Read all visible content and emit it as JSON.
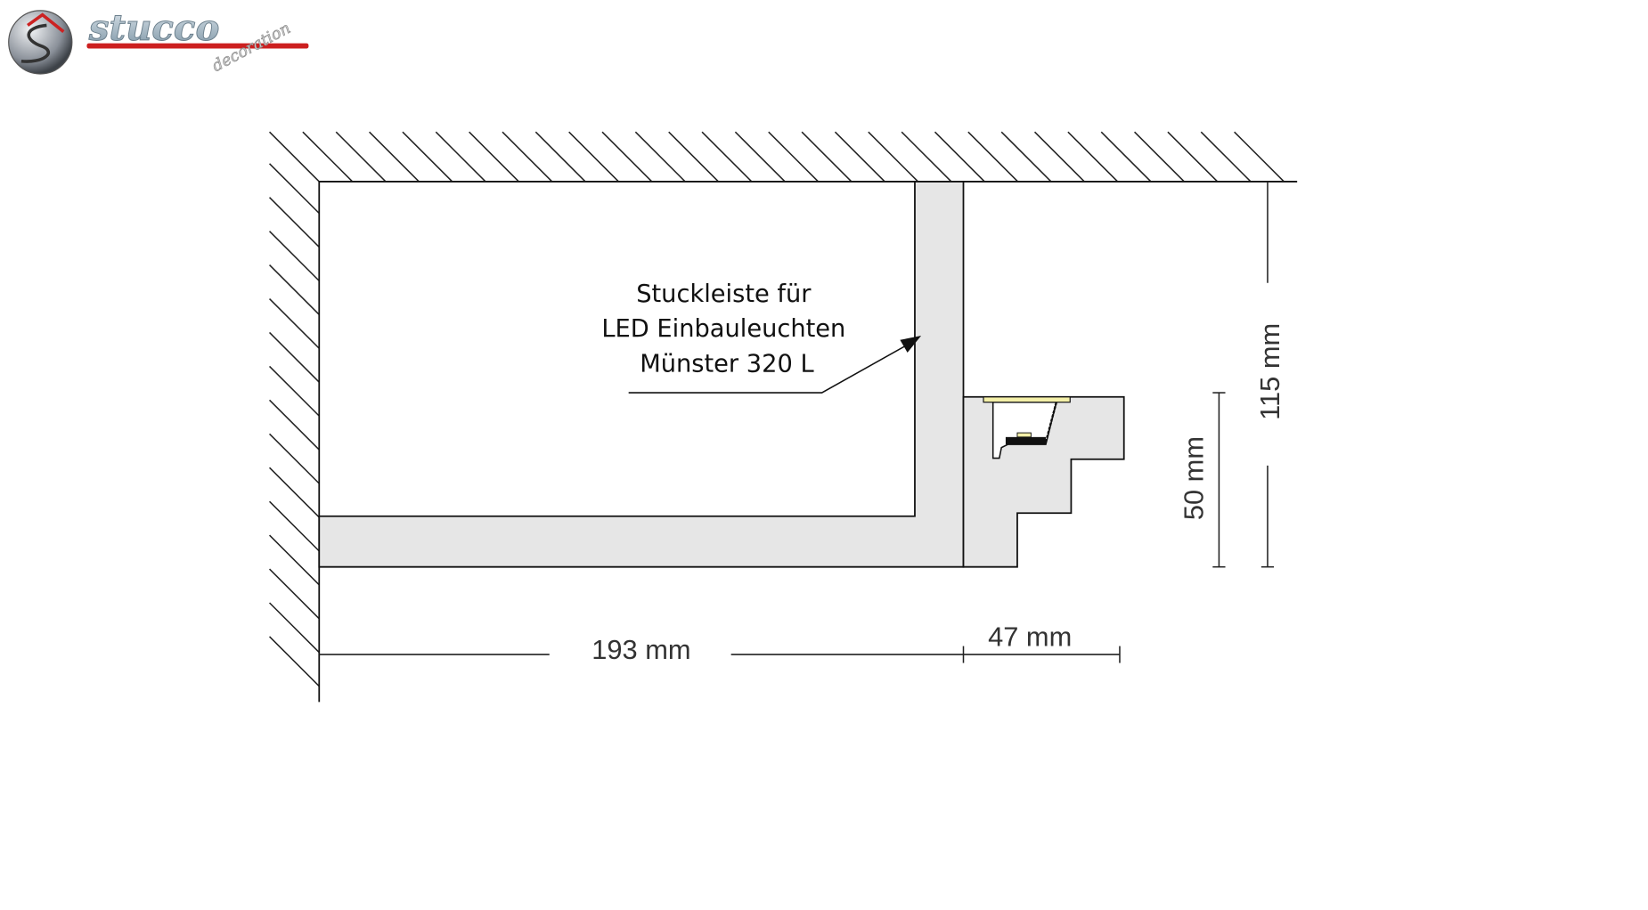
{
  "logo": {
    "brand": "stucco",
    "sub": "decoration"
  },
  "label": {
    "lines": [
      "Stuckleiste für",
      "LED Einbauleuchten",
      "Münster 320 L"
    ]
  },
  "dimensions": {
    "width_total": "193 mm",
    "width_profile": "47 mm",
    "height_total": "115 mm",
    "height_profile": "50 mm"
  },
  "colors": {
    "profile_fill": "#e6e6e6",
    "led": "#f4f0a8",
    "logo_red": "#cc1f1f"
  }
}
